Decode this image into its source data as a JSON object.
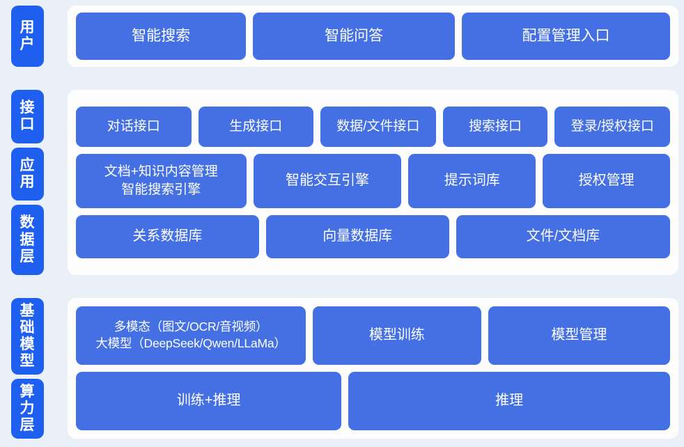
{
  "colors": {
    "page_background": "#eaf0f8",
    "card_background": "#fdfdfe",
    "box_blue": "#4470e3",
    "tab_blue": "#1f5ff0",
    "text_white": "#ffffff"
  },
  "sections": [
    {
      "id": "user",
      "tabs": [
        "用户"
      ],
      "rows": [
        {
          "id": "user-entries",
          "boxes": [
            {
              "label": "智能搜索",
              "flex": 1
            },
            {
              "label": "智能问答",
              "flex": 1.2
            },
            {
              "label": "配置管理入口",
              "flex": 1.24
            }
          ]
        }
      ]
    },
    {
      "id": "core",
      "tabs": [
        "接口",
        "应用",
        "数据层"
      ],
      "rows": [
        {
          "id": "interface",
          "boxes": [
            {
              "label": "对话接口",
              "flex": 1.02
            },
            {
              "label": "生成接口",
              "flex": 1.02
            },
            {
              "label": "数据/文件接口",
              "flex": 1.02
            },
            {
              "label": "搜索接口",
              "flex": 0.92
            },
            {
              "label": "登录/授权接口",
              "flex": 1.02
            }
          ]
        },
        {
          "id": "application",
          "boxes": [
            {
              "label": "文档+知识内容管理\n智能搜索引擎",
              "flex": 1.37
            },
            {
              "label": "智能交互引擎",
              "flex": 1.18
            },
            {
              "label": "提示词库",
              "flex": 1.0
            },
            {
              "label": "授权管理",
              "flex": 1.0
            }
          ]
        },
        {
          "id": "data",
          "boxes": [
            {
              "label": "关系数据库",
              "flex": 1
            },
            {
              "label": "向量数据库",
              "flex": 1
            },
            {
              "label": "文件/文档库",
              "flex": 1.18
            }
          ]
        }
      ]
    },
    {
      "id": "infrastructure",
      "tabs": [
        "基础模型",
        "算力层"
      ],
      "rows": [
        {
          "id": "model",
          "boxes": [
            {
              "label": "多模态（图文/OCR/音视频）\n大模型（DeepSeek/Qwen/LLaMa）",
              "flex": 1.28
            },
            {
              "label": "模型训练",
              "flex": 0.92
            },
            {
              "label": "模型管理",
              "flex": 1.0
            }
          ]
        },
        {
          "id": "compute",
          "boxes": [
            {
              "label": "训练+推理",
              "flex": 1
            },
            {
              "label": "推理",
              "flex": 1.22
            }
          ]
        }
      ]
    }
  ]
}
